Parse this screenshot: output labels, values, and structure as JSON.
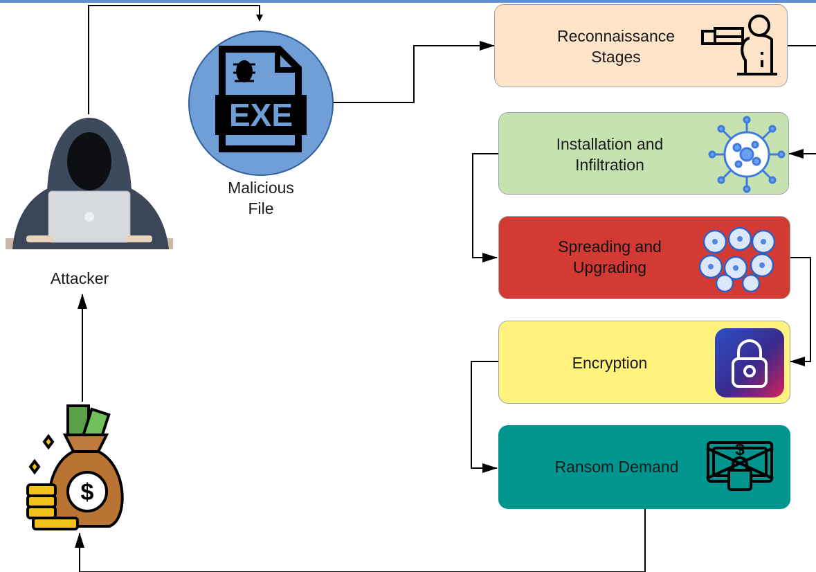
{
  "attacker": {
    "label": "Attacker",
    "icon": "hooded-hacker-icon"
  },
  "malicious_file": {
    "line1": "Malicious",
    "line2": "File",
    "badge": "EXE",
    "icon": "exe-file-bug-icon"
  },
  "stages": [
    {
      "line1": "Reconnaissance",
      "line2": "Stages",
      "icon": "spyglass-lookout-icon",
      "color": "#fde3c7"
    },
    {
      "line1": "Installation and",
      "line2": "Infiltration",
      "icon": "virus-icon",
      "color": "#c6e2b1"
    },
    {
      "line1": "Spreading and",
      "line2": "Upgrading",
      "icon": "virus-cluster-icon",
      "color": "#d43a34"
    },
    {
      "line1": "Encryption",
      "line2": "",
      "icon": "padlock-icon",
      "color": "#fff27d"
    },
    {
      "line1": "Ransom Demand",
      "line2": "",
      "icon": "locked-money-icon",
      "color": "#00968f"
    }
  ],
  "money_bag": {
    "icon": "money-bag-icon",
    "symbol": "$"
  }
}
